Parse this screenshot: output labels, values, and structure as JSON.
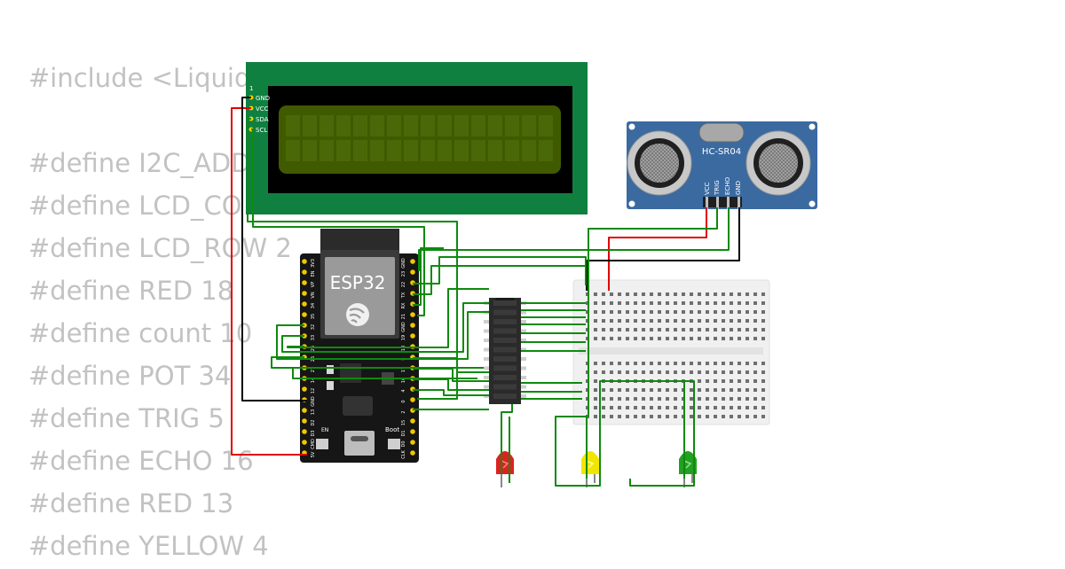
{
  "code_lines": [
    "#include <Liquid",
    "",
    "#define I2C_ADD",
    "#define LCD_CO",
    "#define LCD_ROW 2",
    "#define RED 18",
    "#define count 10",
    "#define POT 34",
    "#define TRIG 5",
    "#define ECHO 16",
    "#define RED 13",
    "#define YELLOW 4"
  ],
  "lcd": {
    "pin1_label": "1",
    "pins": [
      "GND",
      "VCC",
      "SDA",
      "SCL"
    ],
    "colors": {
      "board": "#0f8040",
      "bezel": "#000000",
      "screen": "#405a00"
    }
  },
  "esp32": {
    "label": "ESP32",
    "boot_label": "Boot",
    "en_label": "EN",
    "left_pins": [
      "3V3",
      "EN",
      "VP",
      "VN",
      "34",
      "35",
      "32",
      "33",
      "25",
      "26",
      "27",
      "14",
      "12",
      "GND",
      "13",
      "D2",
      "D3",
      "CMD",
      "5V"
    ],
    "right_pins": [
      "GND",
      "23",
      "22",
      "TX",
      "RX",
      "21",
      "GND",
      "19",
      "18",
      "5",
      "17",
      "16",
      "4",
      "0",
      "2",
      "15",
      "D1",
      "D0",
      "CLK"
    ],
    "logo_icon": "espressif-logo-icon"
  },
  "sensor": {
    "label": "HC-SR04",
    "pins": [
      "VCC",
      "TRIG",
      "ECHO",
      "GND"
    ],
    "colors": {
      "board": "#3a6aa0"
    }
  },
  "leds": [
    {
      "color_name": "red",
      "color": "#e02020"
    },
    {
      "color_name": "yellow",
      "color": "#f2e600"
    },
    {
      "color_name": "green",
      "color": "#22a022"
    }
  ],
  "wire_colors": {
    "signal": "#0e8a0e",
    "power": "#e00000",
    "ground": "#000000"
  }
}
